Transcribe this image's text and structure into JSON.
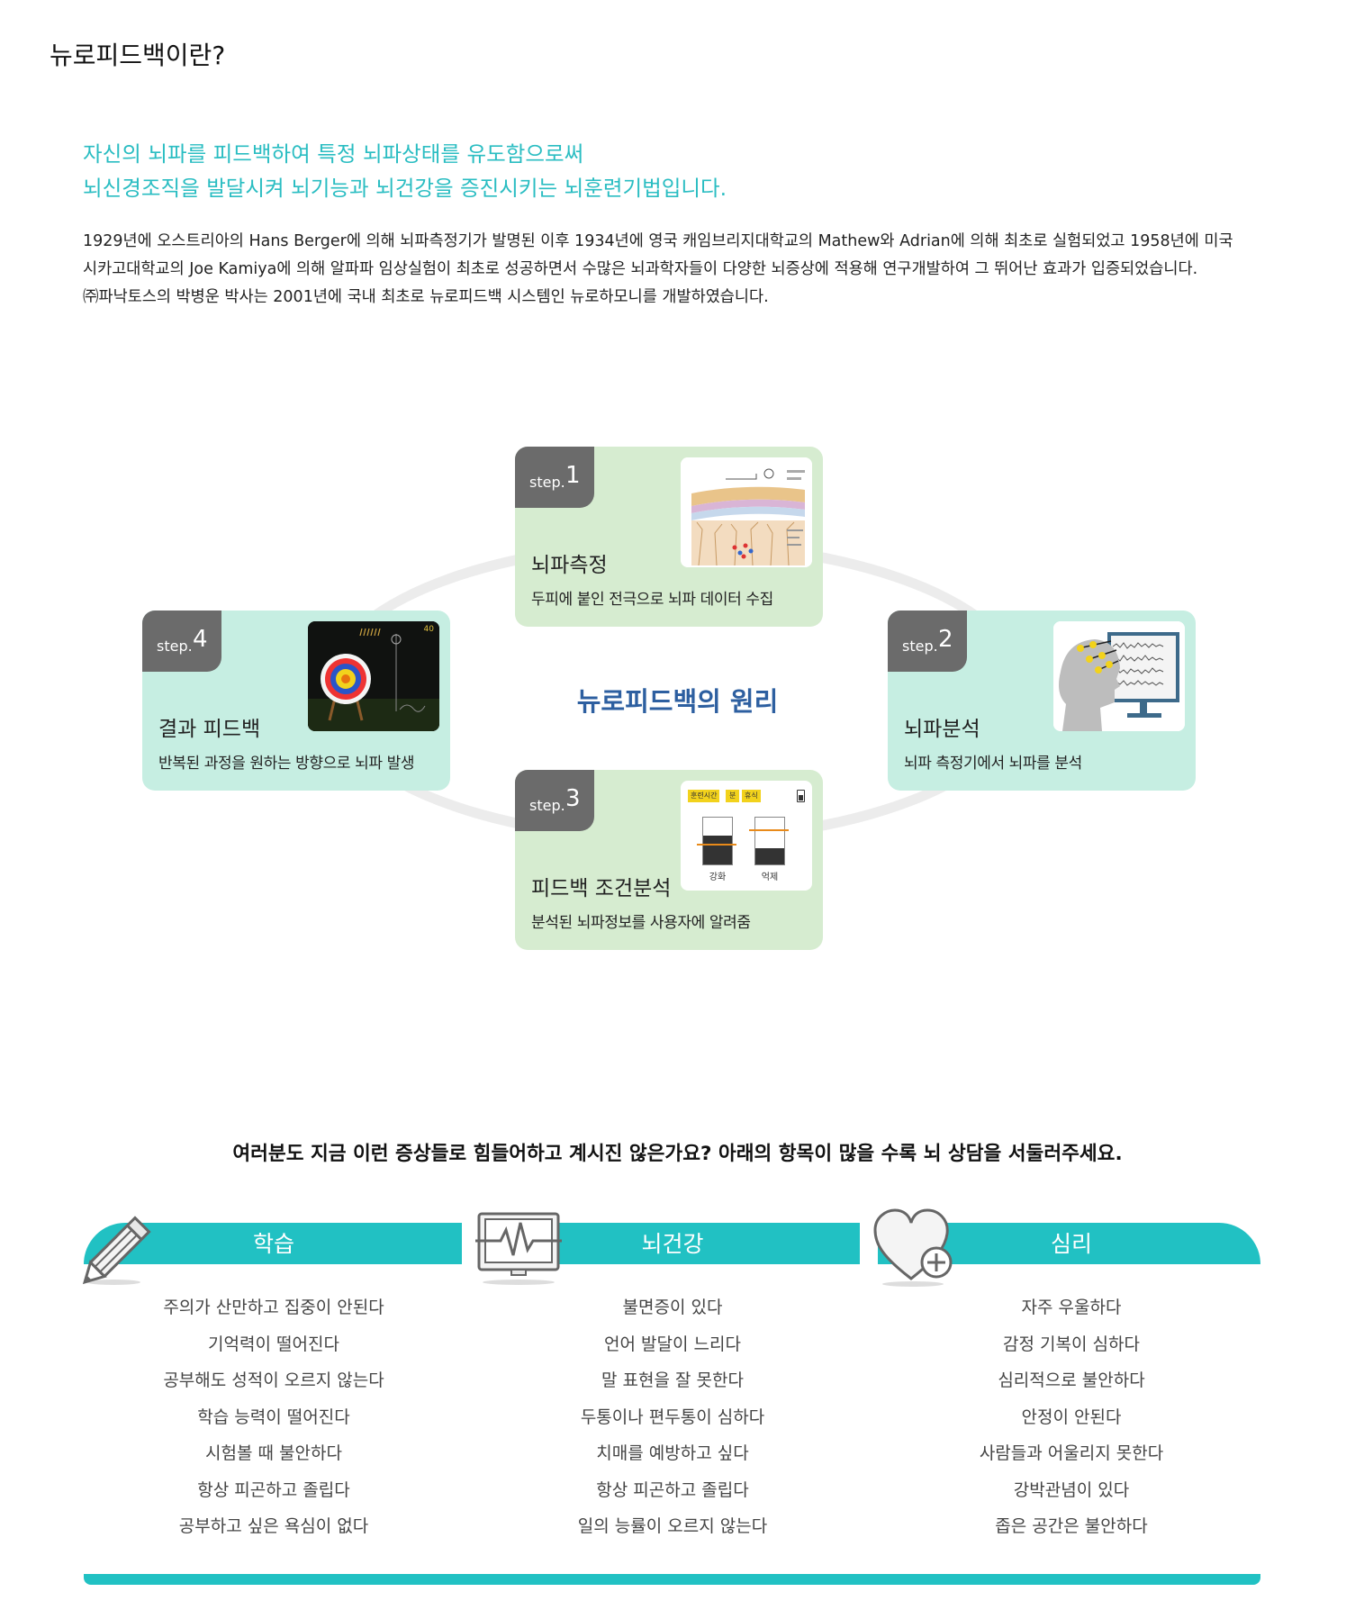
{
  "page_title": "뉴로피드백이란?",
  "lead": [
    "자신의 뇌파를 피드백하여 특정 뇌파상태를 유도함으로써",
    "뇌신경조직을 발달시켜 뇌기능과 뇌건강을 증진시키는 뇌훈련기법입니다."
  ],
  "paragraph": [
    "1929년에 오스트리아의 Hans Berger에 의해 뇌파측정기가 발명된 이후 1934년에 영국 캐임브리지대학교의 Mathew와 Adrian에 의해 최초로 실험되었고 1958년에 미국",
    "시카고대학교의 Joe Kamiya에 의해 알파파 임상실험이 최초로 성공하면서 수많은 뇌과학자들이 다양한 뇌증상에 적용해 연구개발하여 그 뛰어난 효과가 입증되었습니다.",
    "㈜파낙토스의 박병운 박사는 2001년에 국내 최초로 뉴로피드백 시스템인 뉴로하모니를 개발하였습니다."
  ],
  "diagram": {
    "center_title": "뉴로피드백의 원리",
    "steps": [
      {
        "prefix": "step.",
        "num": "1",
        "title": "뇌파측정",
        "desc": "두피에 붙인 전극으로 뇌파 데이터 수집",
        "image": "brain-cross-section"
      },
      {
        "prefix": "step.",
        "num": "2",
        "title": "뇌파분석",
        "desc": "뇌파 측정기에서 뇌파를 분석",
        "image": "head-eeg-monitor"
      },
      {
        "prefix": "step.",
        "num": "3",
        "title": "피드백 조건분석",
        "desc": "분석된 뇌파정보를 사용자에 알려줌",
        "image": "feedback-bars",
        "img_text": {
          "chip1": "훈련시간",
          "chip2": "분",
          "chip3": "휴식",
          "label1": "강화",
          "label2": "억제"
        }
      },
      {
        "prefix": "step.",
        "num": "4",
        "title": "결과 피드백",
        "desc": "반복된 과정을 원하는 방향으로 뇌파 발생",
        "image": "archery-game",
        "img_text": {
          "score": "40"
        }
      }
    ],
    "colors": {
      "green_card": "#d6ecd0",
      "mint_card": "#c6eee2",
      "step_tab": "#6b6b6b",
      "title": "#2d5fa0"
    }
  },
  "question": "여러분도 지금 이런 증상들로 힘들어하고 계시진 않은가요? 아래의 항목이 많을 수록 뇌 상담을 서둘러주세요.",
  "categories": [
    {
      "label": "학습",
      "icon": "pencil-icon",
      "items": [
        "주의가 산만하고 집중이 안된다",
        "기억력이 떨어진다",
        "공부해도 성적이 오르지 않는다",
        "학습 능력이 떨어진다",
        "시험볼 때 불안하다",
        "항상 피곤하고 졸립다",
        "공부하고 싶은 욕심이 없다"
      ]
    },
    {
      "label": "뇌건강",
      "icon": "heartbeat-monitor-icon",
      "items": [
        "불면증이 있다",
        "언어 발달이 느리다",
        "말 표현을 잘 못한다",
        "두통이나 편두통이 심하다",
        "치매를 예방하고 싶다",
        "항상 피곤하고 졸립다",
        "일의 능률이 오르지 않는다"
      ]
    },
    {
      "label": "심리",
      "icon": "heart-plus-icon",
      "items": [
        "자주 우울하다",
        "감정 기복이 심하다",
        "심리적으로 불안하다",
        "안정이 안된다",
        "사람들과 어울리지 못한다",
        "강박관념이 있다",
        "좁은 공간은 불안하다"
      ]
    }
  ],
  "accent_color": "#21c1c3"
}
